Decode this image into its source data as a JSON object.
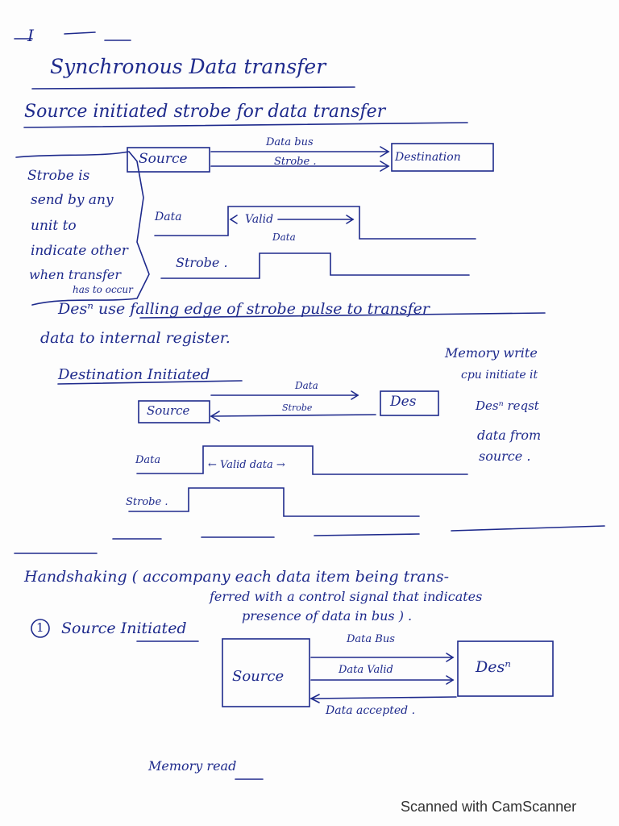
{
  "page_mark": "I",
  "title": "Synchronous Data transfer",
  "section1": {
    "heading": "Source initiated strobe for data transfer",
    "source_label": "Source",
    "dest_label": "Destination",
    "bus_label": "Data bus",
    "strobe_label": "Strobe .",
    "side_note_lines": [
      "Strobe is",
      "send by any",
      "unit to",
      "indicate other",
      "when transfer",
      "has to occur"
    ],
    "data_signal": "Data",
    "valid_label": "Valid",
    "valid_label2": "Data",
    "strobe_signal": "Strobe .",
    "note_line1": "Desⁿ use falling edge of strobe pulse to transfer",
    "note_line2": "data to internal register."
  },
  "section2": {
    "heading": "Destination Initiated",
    "source_label": "Source",
    "dest_label": "Des",
    "data_label": "Data",
    "strobe_label": "Strobe",
    "side_note_lines": [
      "Memory write",
      "cpu initiate it",
      "Desⁿ reqst",
      "data from",
      "source ."
    ],
    "data_signal": "Data",
    "valid_label": "← Valid data →",
    "strobe_signal": "Strobe ."
  },
  "section3": {
    "heading_line1": "Handshaking ( accompany each data item being trans-",
    "heading_line2": "ferred with a control signal that indicates",
    "heading_line3": "presence of data in bus ) .",
    "item_number": "1",
    "item_label": "Source Initiated",
    "source_label": "Source",
    "dest_label": "Desⁿ",
    "bus_label": "Data Bus",
    "valid_label": "Data Valid",
    "accepted_label": "Data accepted .",
    "memory_read": "Memory read"
  },
  "footer": "Scanned with CamScanner"
}
